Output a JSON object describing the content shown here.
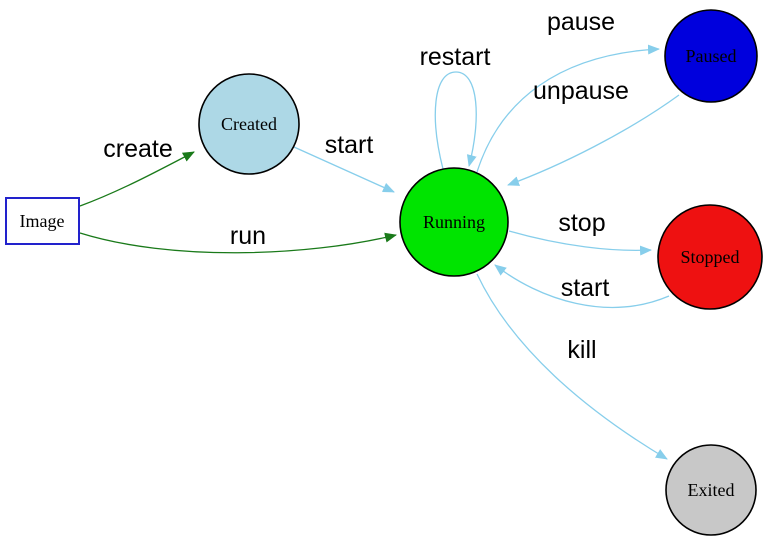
{
  "colors": {
    "background": "#ffffff",
    "edge_blue": "#87CEEB",
    "edge_green": "#1a7a1a",
    "node_border": "#000000",
    "image_box_border": "#2222cc",
    "label_color": "#000000"
  },
  "nodes": {
    "image": {
      "label": "Image",
      "shape": "rectangle",
      "fill": "#ffffff",
      "border": "#2222cc"
    },
    "created": {
      "label": "Created",
      "shape": "circle",
      "fill": "#add8e6",
      "border": "#000000"
    },
    "running": {
      "label": "Running",
      "shape": "circle",
      "fill": "#00e400",
      "border": "#000000"
    },
    "paused": {
      "label": "Paused",
      "shape": "circle",
      "fill": "#0000dd",
      "border": "#000000"
    },
    "stopped": {
      "label": "Stopped",
      "shape": "circle",
      "fill": "#ee1111",
      "border": "#000000"
    },
    "exited": {
      "label": "Exited",
      "shape": "circle",
      "fill": "#c8c8c8",
      "border": "#000000"
    }
  },
  "edges": {
    "create": {
      "label": "create",
      "from": "image",
      "to": "created",
      "color": "#1a7a1a"
    },
    "run": {
      "label": "run",
      "from": "image",
      "to": "running",
      "color": "#1a7a1a"
    },
    "start_created": {
      "label": "start",
      "from": "created",
      "to": "running",
      "color": "#87CEEB"
    },
    "restart": {
      "label": "restart",
      "from": "running",
      "to": "running",
      "color": "#87CEEB"
    },
    "pause": {
      "label": "pause",
      "from": "running",
      "to": "paused",
      "color": "#87CEEB"
    },
    "unpause": {
      "label": "unpause",
      "from": "paused",
      "to": "running",
      "color": "#87CEEB"
    },
    "stop": {
      "label": "stop",
      "from": "running",
      "to": "stopped",
      "color": "#87CEEB"
    },
    "start_stopped": {
      "label": "start",
      "from": "stopped",
      "to": "running",
      "color": "#87CEEB"
    },
    "kill": {
      "label": "kill",
      "from": "running",
      "to": "exited",
      "color": "#87CEEB"
    }
  }
}
